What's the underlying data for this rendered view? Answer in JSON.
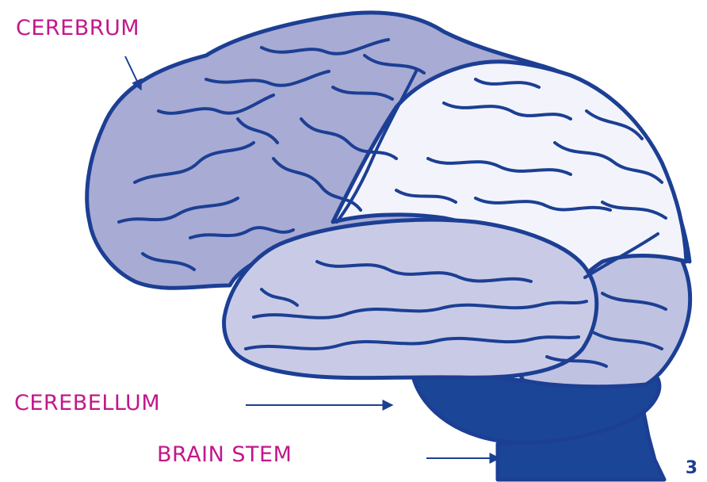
{
  "labels": {
    "cerebrum": "CEREBRUM",
    "cerebellum": "CEREBELLUM",
    "brain_stem": "BRAIN STEM"
  },
  "page_number": "3",
  "colors": {
    "label_text": "#c2188a",
    "outline": "#1c3f94",
    "frontal_lobe": "#a8abd3",
    "parietal_lobe": "#f3f4fb",
    "temporal_lobe": "#c9cbe6",
    "occipital_lobe": "#bfc2e0",
    "cerebellum": "#1b4597",
    "arrow": "#1c3f94",
    "page_number": "#1c3f94"
  }
}
